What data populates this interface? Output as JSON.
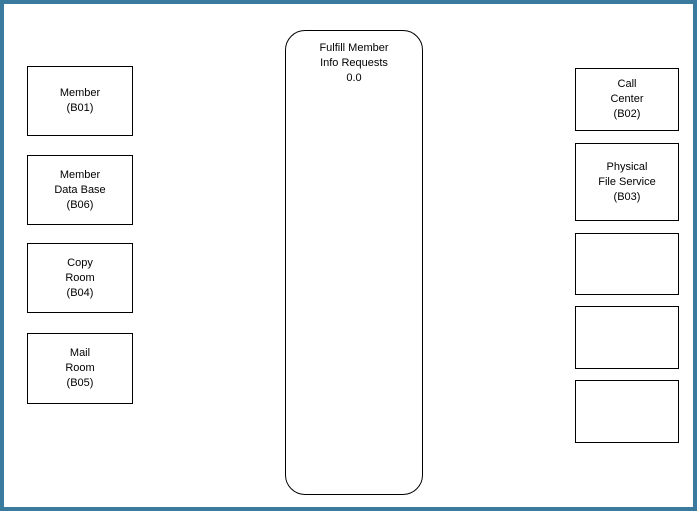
{
  "colors": {
    "frame_border": "#3A7A9C",
    "node_border": "#000000",
    "background": "#FFFFFF",
    "text": "#000000"
  },
  "process_node": {
    "lines": [
      "Fulfill Member",
      "Info Requests",
      "0.0"
    ]
  },
  "left_nodes": [
    {
      "id": "B01",
      "lines": [
        "Member",
        "(B01)"
      ]
    },
    {
      "id": "B06",
      "lines": [
        "Member",
        "Data Base",
        "(B06)"
      ]
    },
    {
      "id": "B04",
      "lines": [
        "Copy",
        "Room",
        "(B04)"
      ]
    },
    {
      "id": "B05",
      "lines": [
        "Mail",
        "Room",
        "(B05)"
      ]
    }
  ],
  "right_nodes": [
    {
      "id": "B02",
      "lines": [
        "Call",
        "Center",
        "(B02)"
      ]
    },
    {
      "id": "B03",
      "lines": [
        "Physical",
        "File Service",
        "(B03)"
      ]
    },
    {
      "id": "",
      "lines": []
    },
    {
      "id": "",
      "lines": []
    },
    {
      "id": "",
      "lines": []
    }
  ]
}
